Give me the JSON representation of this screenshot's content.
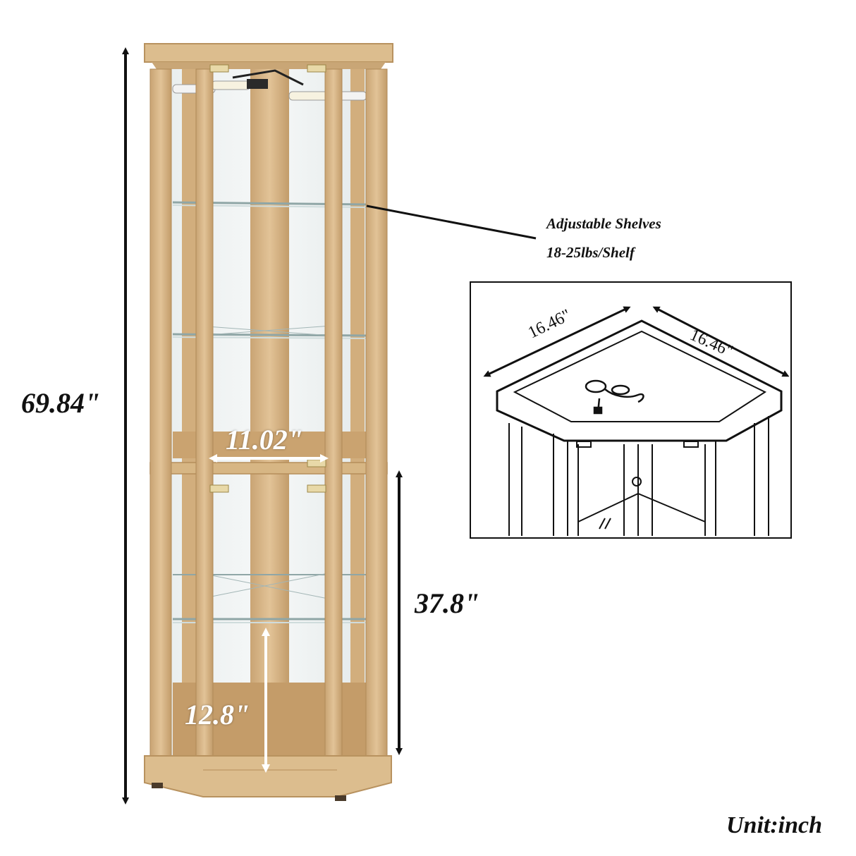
{
  "dimensions": {
    "height_total": "69.84\"",
    "lower_height": "37.8\"",
    "shelf_gap": "12.8\"",
    "inner_width": "11.02\"",
    "top_side_left": "16.46\"",
    "top_side_right": "16.46\""
  },
  "callout": {
    "title": "Adjustable Shelves",
    "capacity": "18-25lbs/Shelf"
  },
  "unit_note": "Unit:inch",
  "colors": {
    "wood": "#d9b887",
    "wood_dark": "#b89261",
    "glass": "#eef2f2",
    "ink": "#111111"
  }
}
